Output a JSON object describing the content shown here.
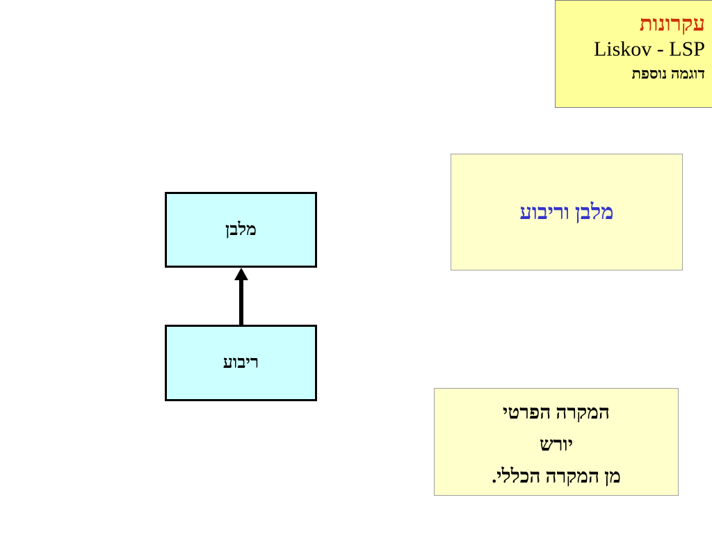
{
  "title": {
    "main": "עקרונות",
    "subtitle": "Liskov - LSP",
    "note": "דוגמה נוספת"
  },
  "topic": {
    "label": "מלבן וריבוע"
  },
  "diagram": {
    "parent_class": "מלבן",
    "child_class": "ריבוע",
    "relation": "inheritance"
  },
  "note": {
    "lines": [
      "המקרה הפרטי",
      "יורש",
      "מן המקרה הכללי."
    ]
  },
  "colors": {
    "title_bg": "#ffff99",
    "title_accent": "#cc3300",
    "topic_text": "#3333cc",
    "box_bg": "#ffffcc",
    "class_bg": "#ccffff"
  }
}
